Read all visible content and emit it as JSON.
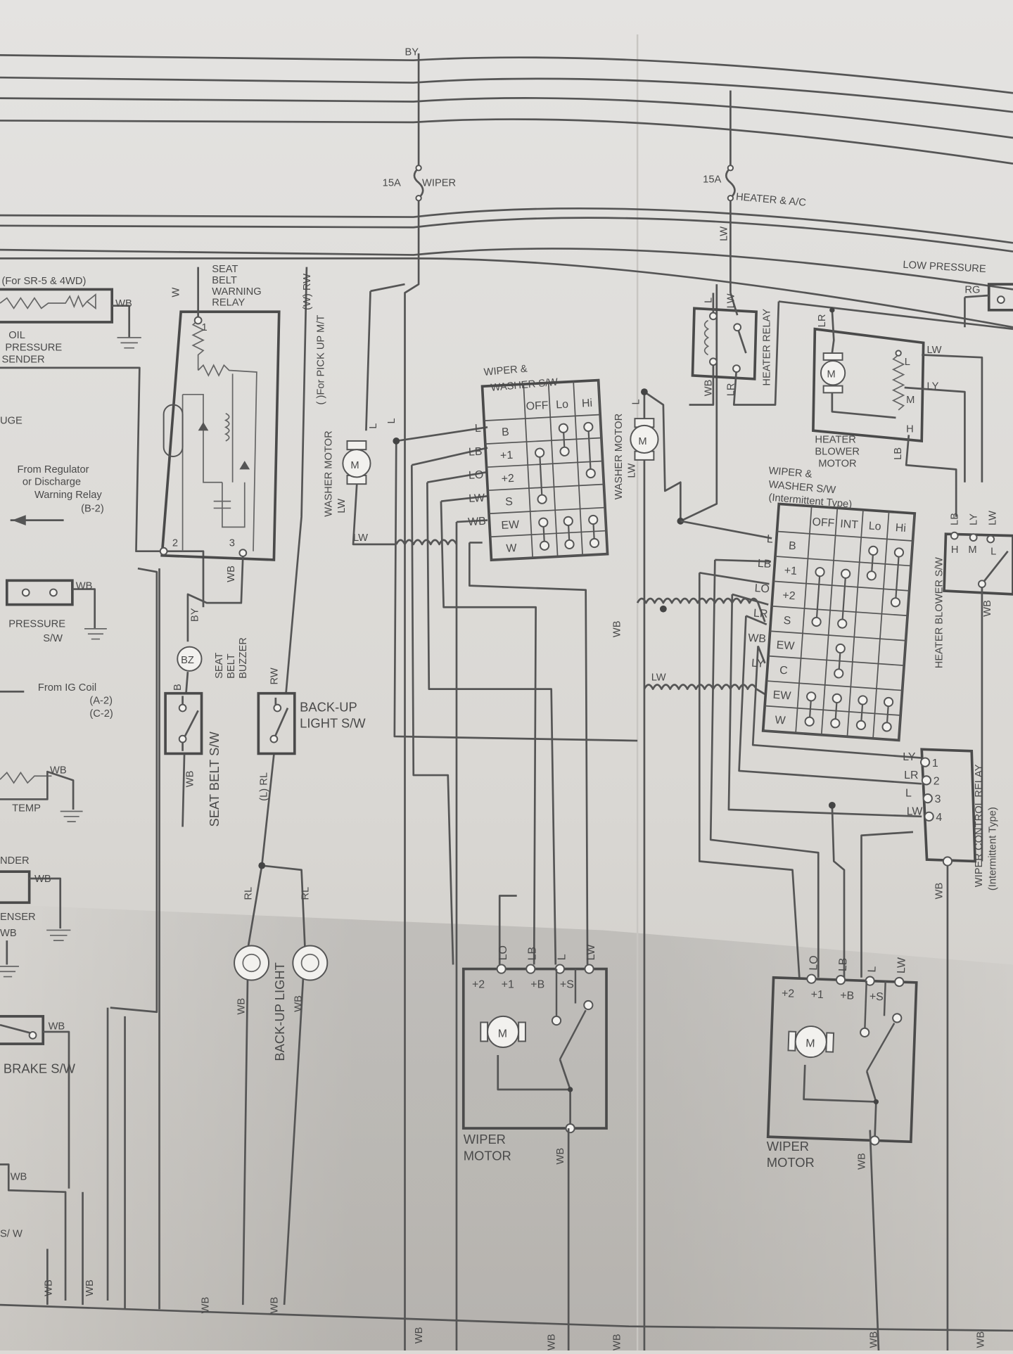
{
  "top_bus": {
    "wire_label": "BY"
  },
  "fuses": [
    {
      "rating": "15A",
      "name": "WIPER"
    },
    {
      "rating": "15A",
      "name": "HEATER & A/C"
    }
  ],
  "left": {
    "note_sr5": "(For SR-5 & 4WD)",
    "oil_pressure_sender": [
      "OIL",
      "PRESSURE",
      "SENDER"
    ],
    "gauge_fragment": "UGE",
    "from_regulator": [
      "From Regulator",
      "or Discharge",
      "Warning Relay",
      "(B-2)"
    ],
    "pressure_sw": [
      "PRESSURE",
      "S/W"
    ],
    "from_ig_coil": [
      "From IG Coil",
      "(A-2)",
      "(C-2)"
    ],
    "temp": "TEMP",
    "sender_fragment": "NDER",
    "condenser_fragment": "ENSER",
    "brake_sw": "BRAKE S/W",
    "sw_fragment": "S/ W",
    "wb": "WB"
  },
  "seat_belt": {
    "relay_label": [
      "SEAT",
      "BELT",
      "WARNING",
      "RELAY"
    ],
    "relay_terminals": [
      "1",
      "2",
      "3"
    ],
    "wire_w": "W",
    "buzzer_symbol": "BZ",
    "buzzer_label": [
      "SEAT",
      "BELT",
      "BUZZER"
    ],
    "wire_by": "BY",
    "wire_b": "B",
    "switch_label": "SEAT BELT S/W"
  },
  "backup": {
    "note_pickup": "( )For PICK UP M/T",
    "wire_rw_top": "(W) RW",
    "wire_rw": "RW",
    "switch_label": [
      "BACK-UP",
      "LIGHT S/W"
    ],
    "wire_rl_switch": "(L) RL",
    "wire_rl": "RL",
    "light_label": "BACK-UP LIGHT"
  },
  "washer_motor": {
    "label": "WASHER MOTOR",
    "symbol": "M",
    "wire_in": "L",
    "wire_out": "LW"
  },
  "wiper_switch_std": {
    "title": [
      "WIPER &",
      "WASHER S/W"
    ],
    "columns": [
      "OFF",
      "Lo",
      "Hi"
    ],
    "rows": [
      "B",
      "+1",
      "+2",
      "S",
      "EW",
      "W"
    ],
    "wires": [
      "L",
      "LB",
      "LO",
      "LW",
      "WB",
      ""
    ],
    "connections": [
      [
        0,
        1,
        1
      ],
      [
        0,
        2,
        2
      ],
      [
        1,
        3,
        0
      ],
      [
        4,
        5,
        0
      ],
      [
        4,
        5,
        1
      ],
      [
        4,
        5,
        2
      ]
    ]
  },
  "wiper_switch_int": {
    "title": [
      "WIPER &",
      "WASHER S/W",
      "(Intermittent Type)"
    ],
    "columns": [
      "OFF",
      "INT",
      "Lo",
      "Hi"
    ],
    "rows": [
      "B",
      "+1",
      "+2",
      "S",
      "EW",
      "C",
      "EW",
      "W"
    ],
    "wires": [
      "L",
      "LB",
      "LO",
      "LR",
      "WB",
      "LY",
      "",
      ""
    ],
    "connections": [
      [
        0,
        1,
        2
      ],
      [
        0,
        2,
        3
      ],
      [
        1,
        3,
        0
      ],
      [
        1,
        3,
        1
      ],
      [
        4,
        5,
        1
      ],
      [
        6,
        7,
        0
      ],
      [
        6,
        7,
        1
      ],
      [
        6,
        7,
        2
      ],
      [
        6,
        7,
        3
      ]
    ]
  },
  "wiper_motor": {
    "label": [
      "WIPER",
      "MOTOR"
    ],
    "terminals": [
      "+2",
      "+1",
      "+B",
      "+S"
    ],
    "wires": [
      "LO",
      "LB",
      "L",
      "LW"
    ],
    "symbol": "M",
    "ground": "WB"
  },
  "heater": {
    "relay_label": "HEATER RELAY",
    "relay_wires": [
      "L",
      "LW",
      "WB",
      "LR"
    ],
    "feed_wire": "LW",
    "blower_motor_label": [
      "HEATER",
      "BLOWER",
      "MOTOR"
    ],
    "blower_terminals": [
      "L",
      "M",
      "H"
    ],
    "blower_wires": [
      "LW",
      "LY",
      "LB",
      "LR"
    ],
    "low_pressure": "LOW PRESSURE",
    "low_pressure_wire": "RG",
    "blower_sw_label": "HEATER BLOWER S/W",
    "blower_sw_terminals": [
      "H",
      "M",
      "L"
    ],
    "blower_sw_wires": [
      "LB",
      "LY",
      "LW",
      "WB"
    ]
  },
  "wiper_control_relay": {
    "label": [
      "WIPER CONTROL RELAY",
      "(Intermittent Type)"
    ],
    "pins": [
      "1",
      "2",
      "3",
      "4"
    ],
    "wires": [
      "LY",
      "LR",
      "L",
      "LW"
    ],
    "ground": "WB"
  },
  "ground_bus": {
    "labels": [
      "WB",
      "WB",
      "WB",
      "WB",
      "WB",
      "WB",
      "WB",
      "WB",
      "WB"
    ]
  },
  "colors": {
    "paper": "#dcdad6",
    "ink": "#4a4a4a"
  }
}
